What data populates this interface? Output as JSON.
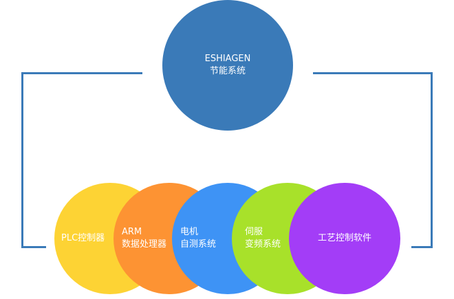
{
  "colors": {
    "connector": "#3a7ab8",
    "hub": "#3a7ab8"
  },
  "hub": {
    "line1": "ESHIAGEN",
    "line2": "节能系统"
  },
  "nodes": [
    {
      "lines": [
        "PLC控制器"
      ],
      "color": "#fdd334"
    },
    {
      "lines": [
        "ARM",
        "数据处理器"
      ],
      "color": "#fd9333"
    },
    {
      "lines": [
        "电机",
        "自测系统"
      ],
      "color": "#3e93f5"
    },
    {
      "lines": [
        "伺服",
        "变频系统"
      ],
      "color": "#a8e12a"
    },
    {
      "lines": [
        "工艺控制软件"
      ],
      "color": "#a33df7"
    }
  ]
}
